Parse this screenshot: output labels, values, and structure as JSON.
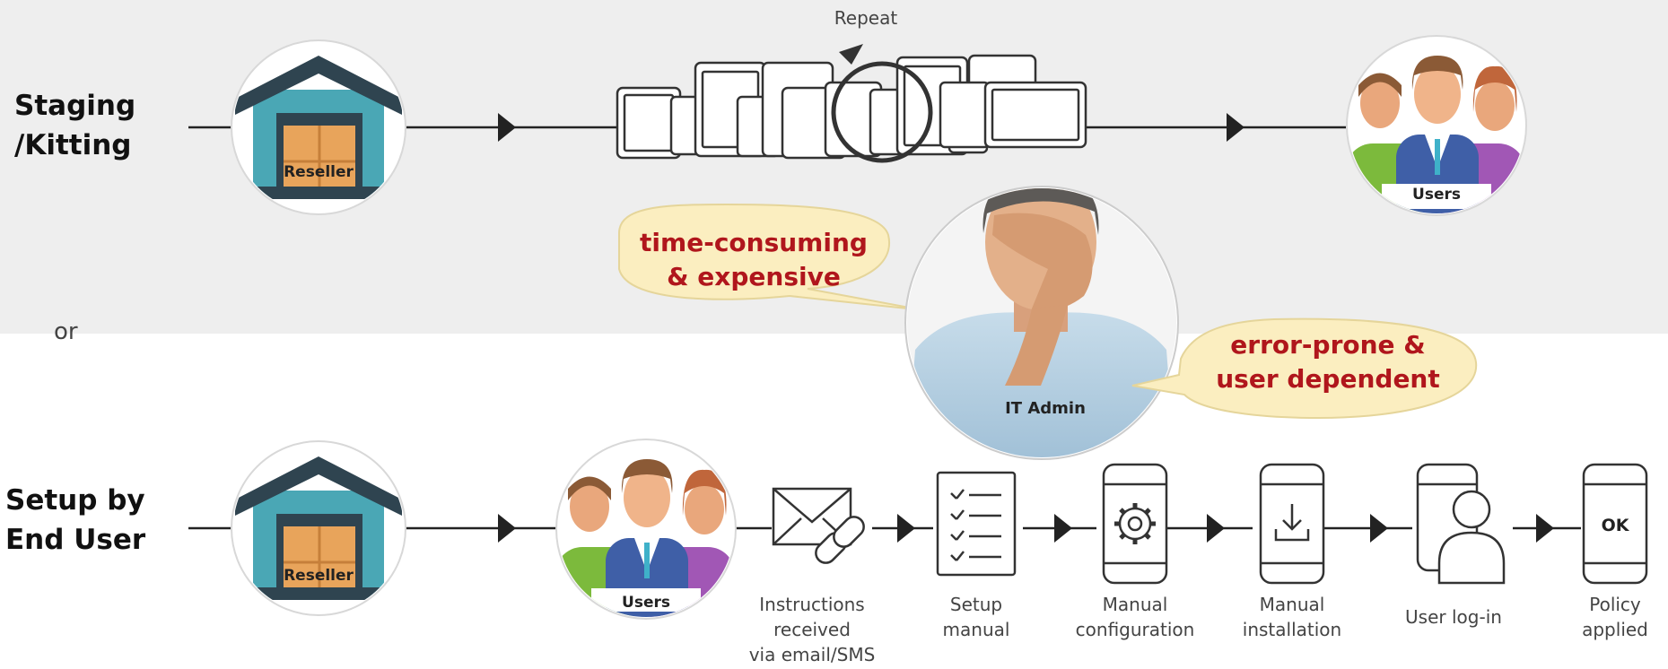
{
  "rows": {
    "staging": {
      "label_line1": "Staging",
      "label_line2": "/Kitting"
    },
    "or_text": "or",
    "enduser": {
      "label_line1": "Setup by",
      "label_line2": "End User"
    }
  },
  "staging_flow": {
    "reseller_label": "Reseller",
    "repeat_label": "Repeat",
    "users_label": "Users"
  },
  "admin": {
    "label": "IT Admin",
    "bubble_left_line1": "time-consuming",
    "bubble_left_line2": "& expensive",
    "bubble_right_line1": "error-prone &",
    "bubble_right_line2": "user dependent"
  },
  "enduser_flow": {
    "reseller_label": "Reseller",
    "users_label": "Users",
    "steps": [
      {
        "icon": "mail-link-icon",
        "line1": "Instructions",
        "line2": "received",
        "line3": "via email/SMS"
      },
      {
        "icon": "checklist-icon",
        "line1": "Setup",
        "line2": "manual"
      },
      {
        "icon": "phone-gear-icon",
        "line1": "Manual",
        "line2": "configuration"
      },
      {
        "icon": "phone-download-icon",
        "line1": "Manual",
        "line2": "installation"
      },
      {
        "icon": "phone-user-icon",
        "line1": "User log-in"
      },
      {
        "icon": "phone-ok-icon",
        "line1": "Policy",
        "line2": "applied",
        "screen_text": "OK"
      }
    ]
  },
  "colors": {
    "background_top": "#eeeeee",
    "warning_text": "#b0161c",
    "bubble_fill": "#fbeec0",
    "warehouse_wall": "#4aa7b5",
    "warehouse_roof": "#2f4450"
  }
}
